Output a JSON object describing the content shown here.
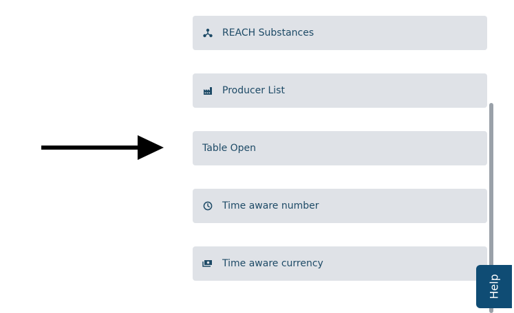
{
  "menu": {
    "items": [
      {
        "label": "REACH Substances",
        "icon": "molecule-icon"
      },
      {
        "label": "Producer List",
        "icon": "factory-icon"
      },
      {
        "label": "Table Open",
        "icon": ""
      },
      {
        "label": "Time aware number",
        "icon": "clock-icon"
      },
      {
        "label": "Time aware currency",
        "icon": "banknote-icon"
      }
    ]
  },
  "help": {
    "label": "Help"
  },
  "colors": {
    "item_bg": "#dfe2e7",
    "item_text": "#1d4a66",
    "help_bg": "#0f4c74",
    "arrow": "#000000",
    "scrollbar": "#9aa1a9"
  }
}
